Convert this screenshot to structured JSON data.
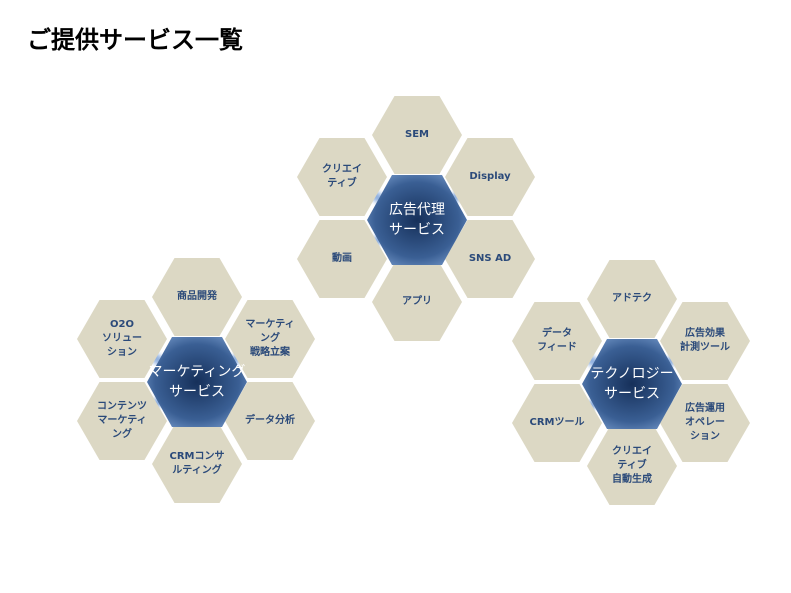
{
  "title": "ご提供サービス一覧",
  "colors": {
    "hex_fill": "#dcd8c4",
    "center_dark": "#1f3b66",
    "center_light": "#4f74a6",
    "glow": "#8fb0e0",
    "label": "#2b4a7a"
  },
  "clusters": [
    {
      "center": "広告代理\nサービス",
      "items": [
        "SEM",
        "Display",
        "SNS AD",
        "アプリ",
        "動画",
        "クリエイ\nティブ"
      ]
    },
    {
      "center": "マーケティング\nサービス",
      "items": [
        "商品開発",
        "マーケティ\nング\n戦略立案",
        "データ分析",
        "CRMコンサ\nルティング",
        "コンテンツ\nマーケティ\nング",
        "O2O\nソリュー\nション"
      ]
    },
    {
      "center": "テクノロジー\nサービス",
      "items": [
        "アドテク",
        "広告効果\n計測ツール",
        "広告運用\nオペレー\nション",
        "クリエイ\nティブ\n自動生成",
        "CRMツール",
        "データ\nフィード"
      ]
    }
  ]
}
